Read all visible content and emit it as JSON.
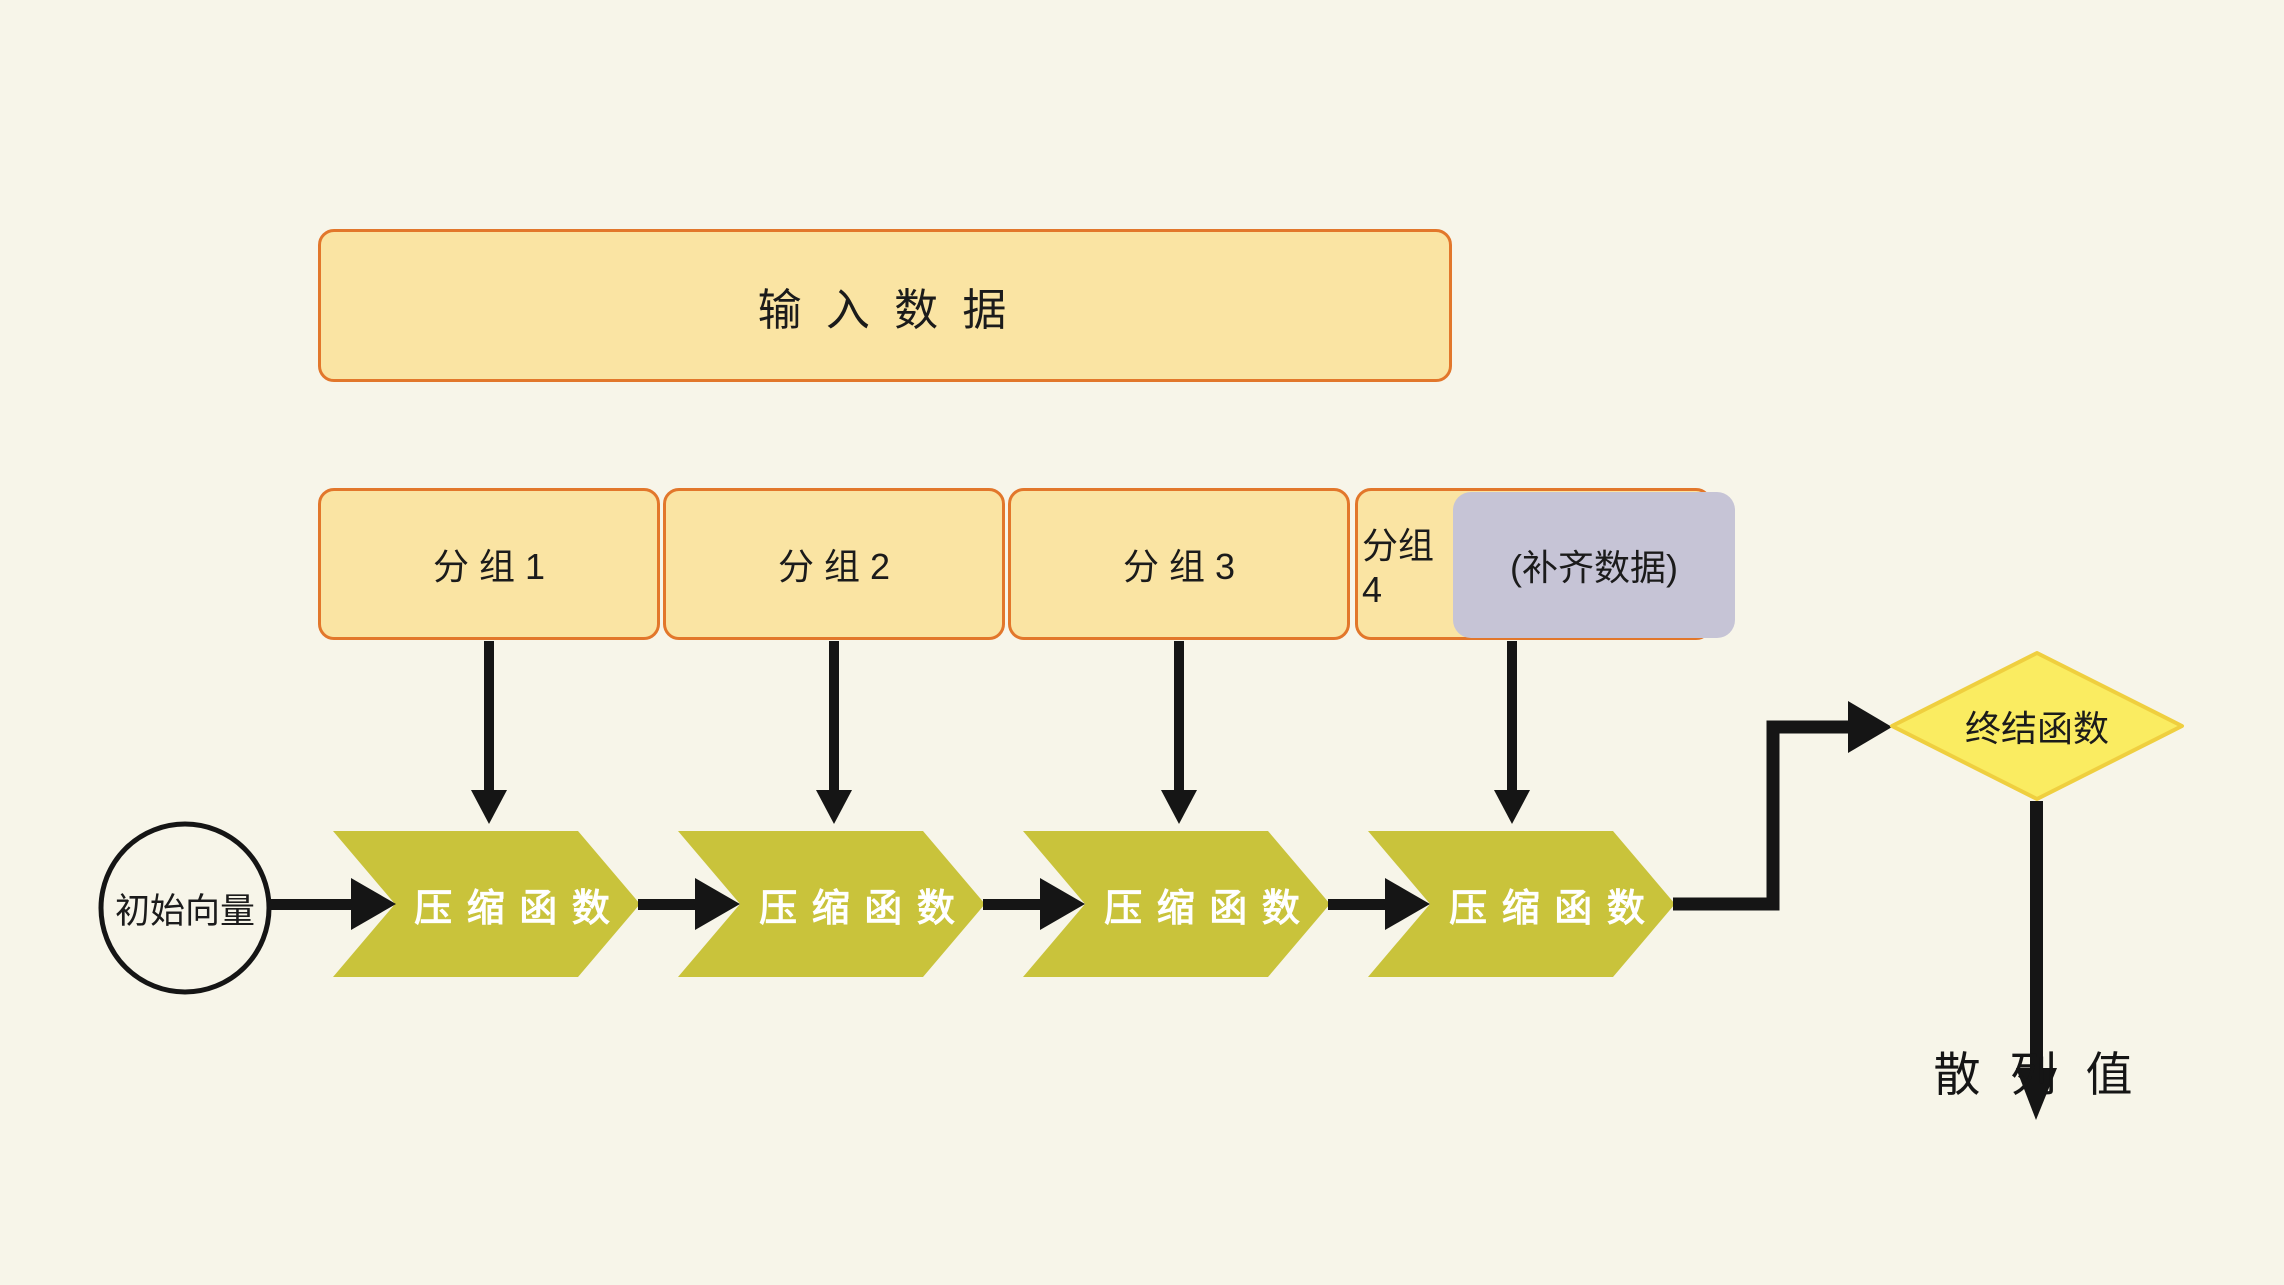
{
  "diagram": {
    "input_box": {
      "label": "输 入 数 据"
    },
    "groups": [
      {
        "label": "分 组 1"
      },
      {
        "label": "分 组 2"
      },
      {
        "label": "分 组 3"
      },
      {
        "label": "分组4"
      }
    ],
    "padding_box": {
      "label": "(补齐数据)"
    },
    "initial_vector": {
      "label": "初始向量"
    },
    "compression_functions": [
      {
        "label": "压 缩 函 数"
      },
      {
        "label": "压 缩 函 数"
      },
      {
        "label": "压 缩 函 数"
      },
      {
        "label": "压 缩 函 数"
      }
    ],
    "finalization": {
      "label": "终结函数"
    },
    "output": {
      "label": "散 列 值"
    },
    "colors": {
      "background": "#F7F5E9",
      "box_fill": "#FAE4A3",
      "box_border": "#E2772B",
      "padding_fill": "#C6C4D6",
      "chevron_fill": "#C9C33B",
      "chevron_text": "#FFFFFF",
      "diamond_fill": "#FAEC61",
      "diamond_border": "#EFCF3F",
      "line_color": "#151515"
    }
  }
}
